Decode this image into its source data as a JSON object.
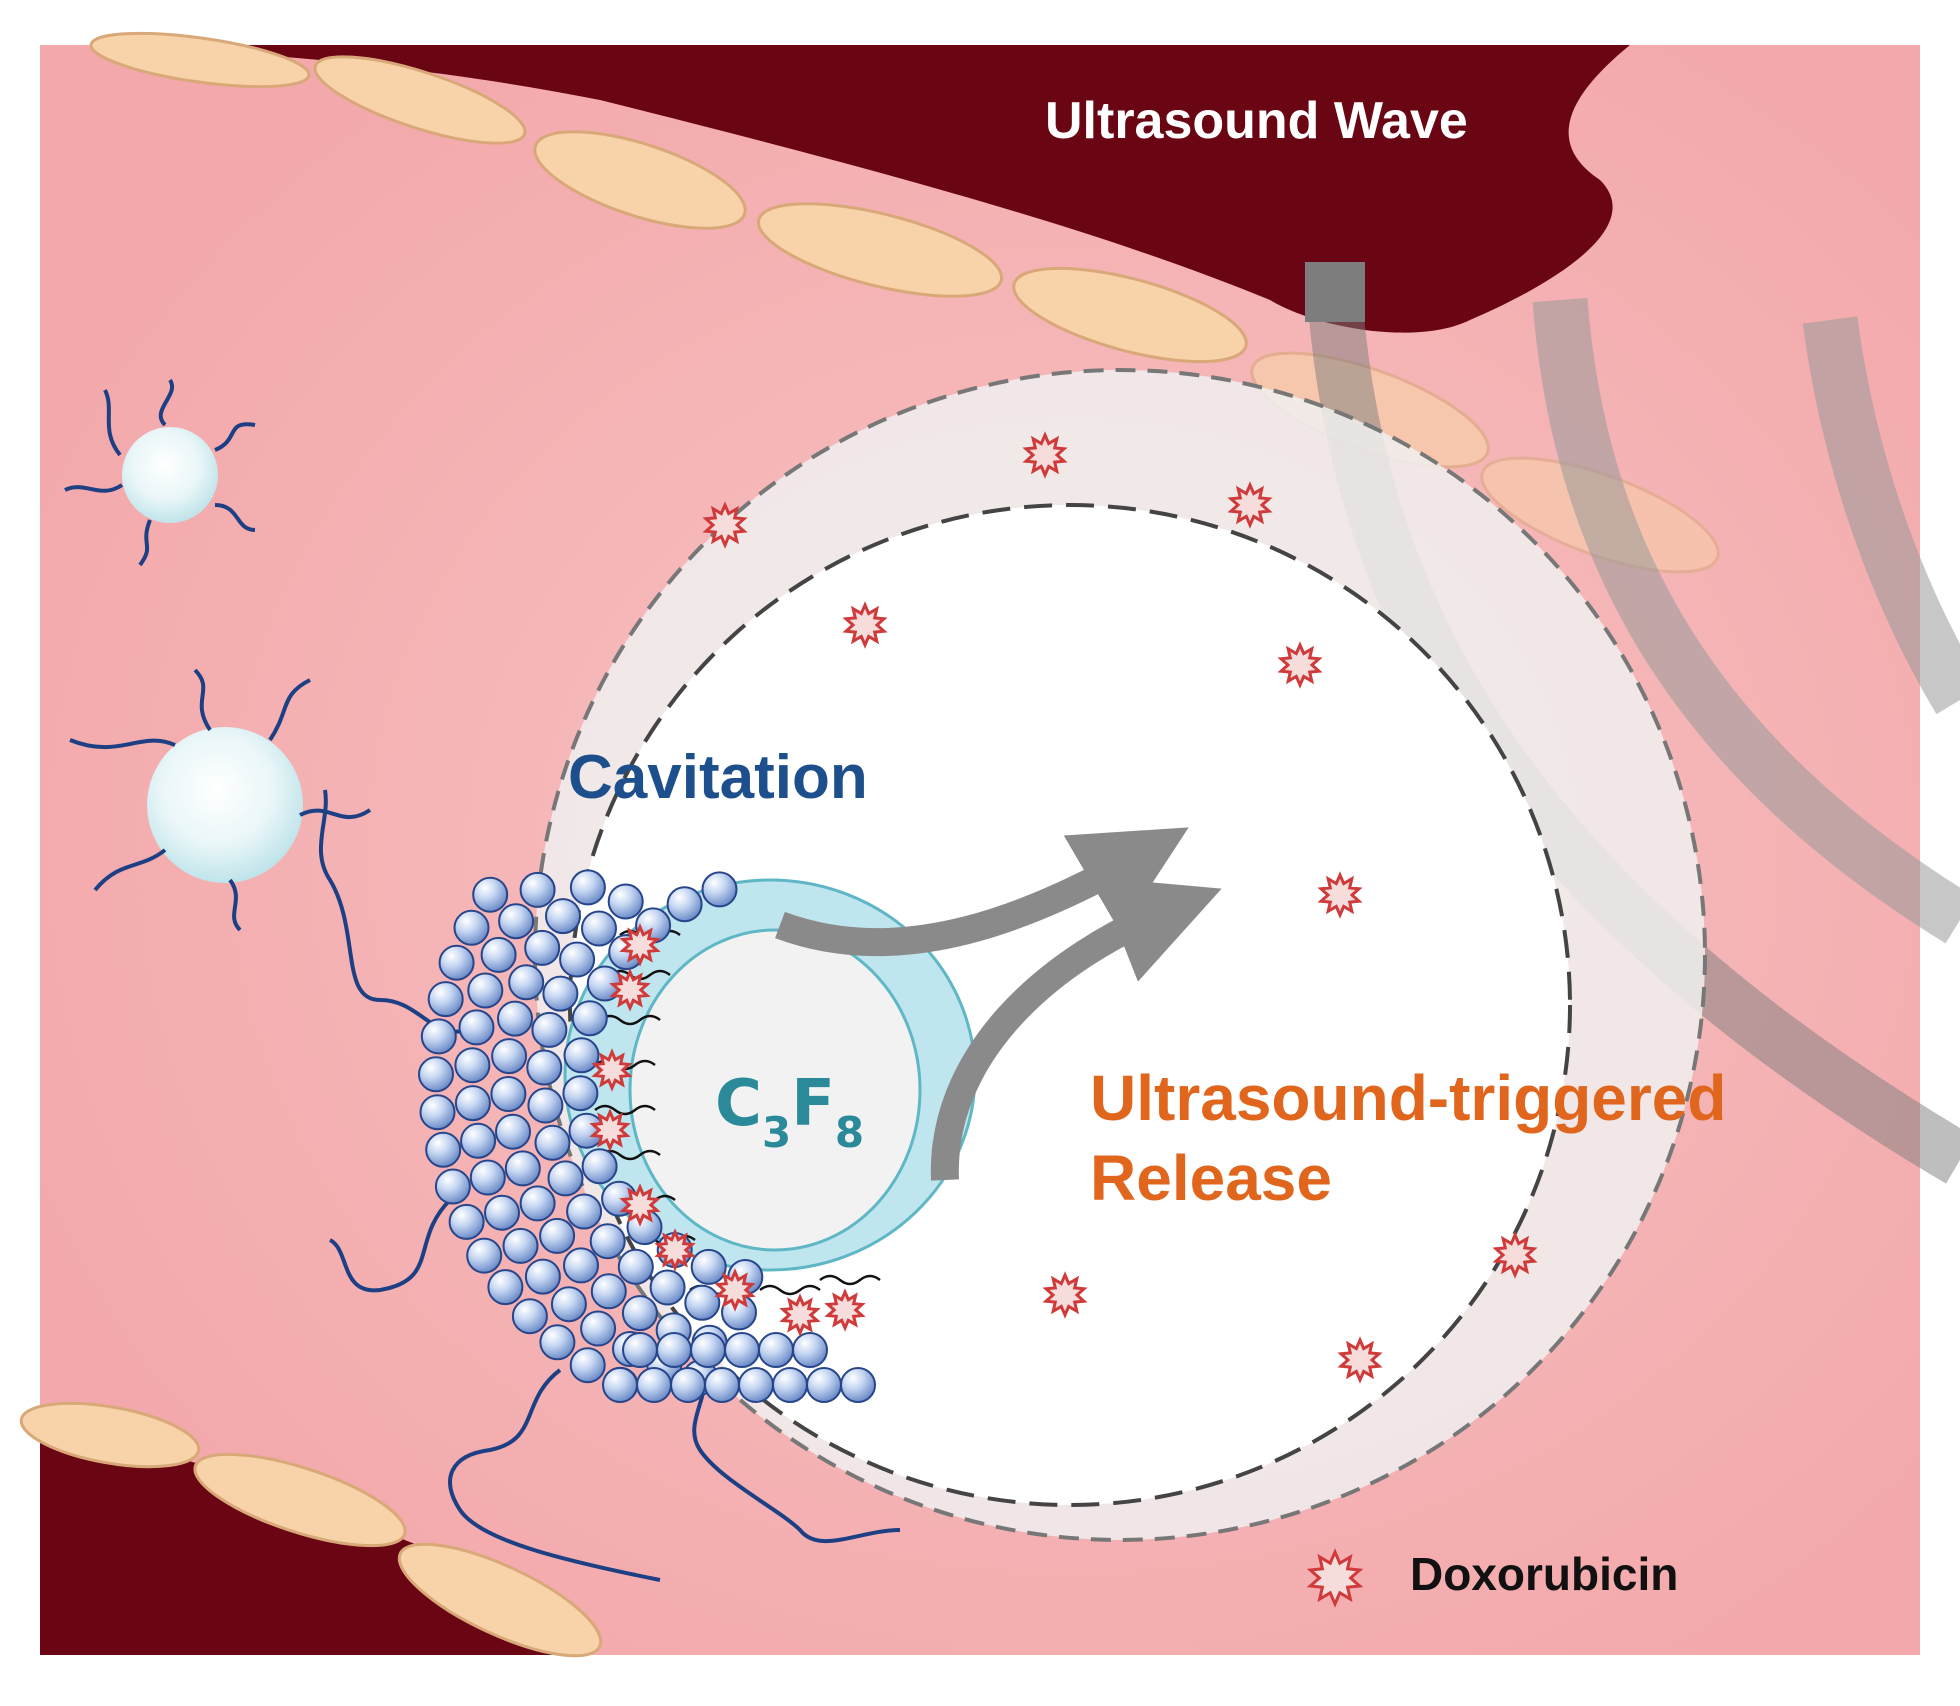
{
  "labels": {
    "ultrasound_wave": "Ultrasound Wave",
    "cavitation": "Cavitation",
    "gas_main": "C",
    "gas_sub_1": "3",
    "gas_f": "F",
    "gas_sub_2": "8",
    "release_line1": "Ultrasound-triggered",
    "release_line2": "Release",
    "legend_doxorubicin": "Doxorubicin"
  },
  "colors": {
    "vessel_wall": "#6a0513",
    "vessel_lumen": "#f6b7b8",
    "endothelial_cell": "#f8d2a8",
    "cavitation_label": "#1d4f8c",
    "release_label": "#e0661e",
    "gas_label": "#2a8a9a",
    "arrow": "#8a8a8a",
    "drug": "#cf3a3a"
  },
  "icons": {
    "drug": "doxorubicin-star-icon",
    "shell_particle": "nanoparticle-sphere",
    "free_bubble": "peg-coated-microbubble"
  }
}
